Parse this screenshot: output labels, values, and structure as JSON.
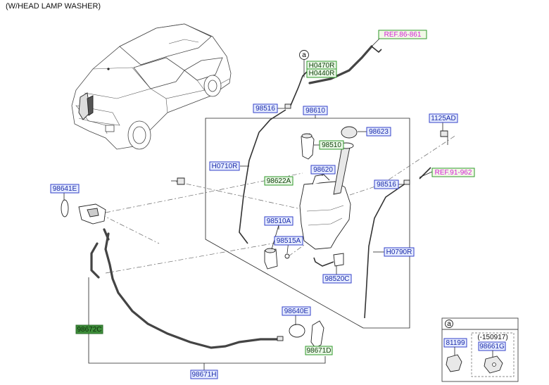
{
  "header": {
    "title": "(W/HEAD LAMP WASHER)"
  },
  "labels": {
    "ref_86_861": "REF.86-861",
    "h0470r": "H0470R",
    "h0440r": "H0440R",
    "callout_a": "a",
    "p98516_top": "98516",
    "p98610": "98610",
    "p98623": "98623",
    "p1125ad": "1125AD",
    "p98510": "98510",
    "h0710r": "H0710R",
    "p98620": "98620",
    "ref_91_962": "REF.91-962",
    "p98622a": "98622A",
    "p98516_right": "98516",
    "p98641e": "98641E",
    "p98510a": "98510A",
    "p98515a": "98515A",
    "h0790r": "H0790R",
    "p98520c": "98520C",
    "p98640e": "98640E",
    "p98672c": "98672C",
    "p98671d": "98671D",
    "p98671h": "98671H"
  },
  "inset": {
    "callout": "a",
    "p81199": "81199",
    "date_note": "(-150917)",
    "p98661g": "98661G"
  }
}
